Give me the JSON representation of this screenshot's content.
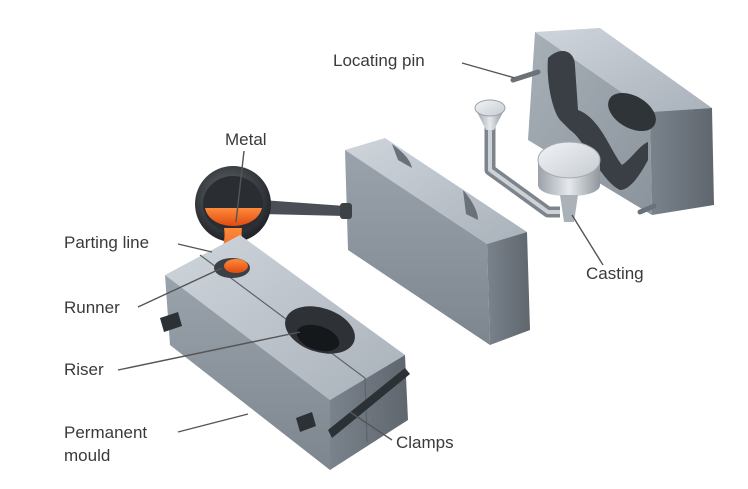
{
  "labels": {
    "metal": "Metal",
    "parting_line": "Parting line",
    "runner": "Runner",
    "riser": "Riser",
    "permanent_mould_line1": "Permanent",
    "permanent_mould_line2": "mould",
    "clamps": "Clamps",
    "locating_pin": "Locating pin",
    "casting": "Casting"
  },
  "colors": {
    "steel_light": "#b9c0c8",
    "steel_mid": "#8e969f",
    "steel_dark": "#4f555c",
    "molten_metal": "#f4641e",
    "label_text": "#3a3a3a",
    "leader_line": "#555555"
  }
}
